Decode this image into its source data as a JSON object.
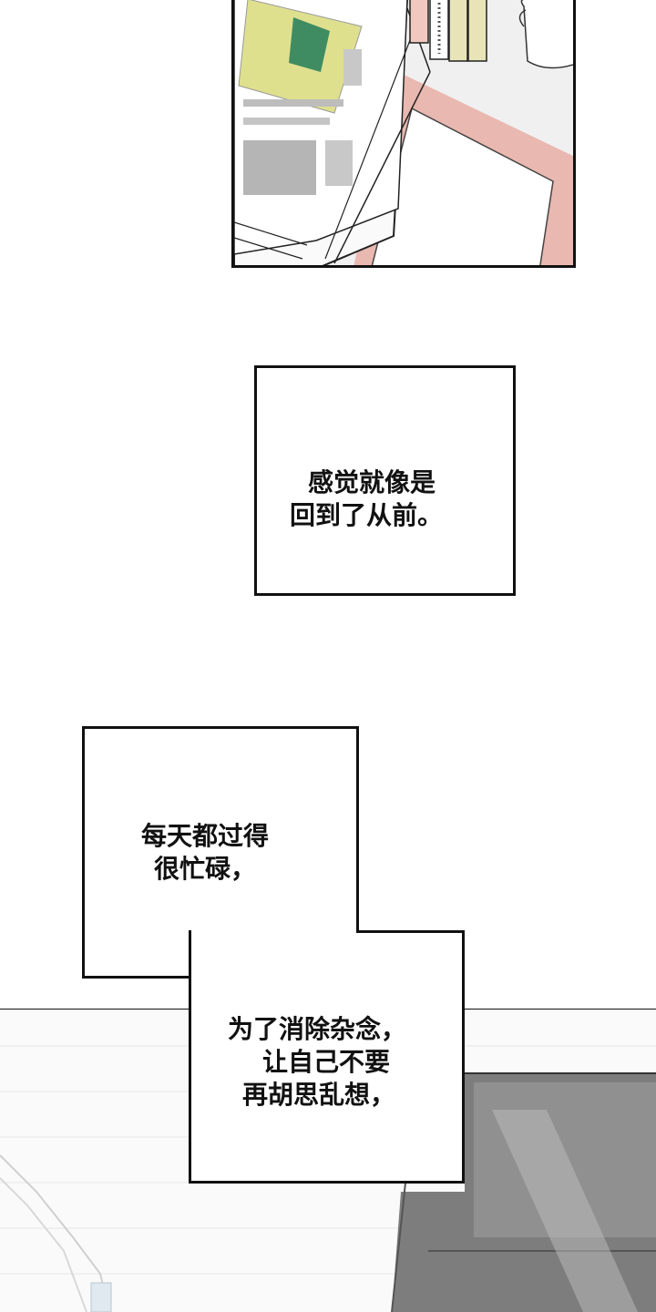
{
  "captions": {
    "first": {
      "line1": "感觉就像是",
      "line2": "回到了从前。"
    },
    "second": {
      "line1": "每天都过得",
      "line2": "很忙碌，"
    },
    "third": {
      "line1": "为了消除杂念，",
      "line2": "让自己不要",
      "line3": "再胡思乱想，"
    }
  }
}
